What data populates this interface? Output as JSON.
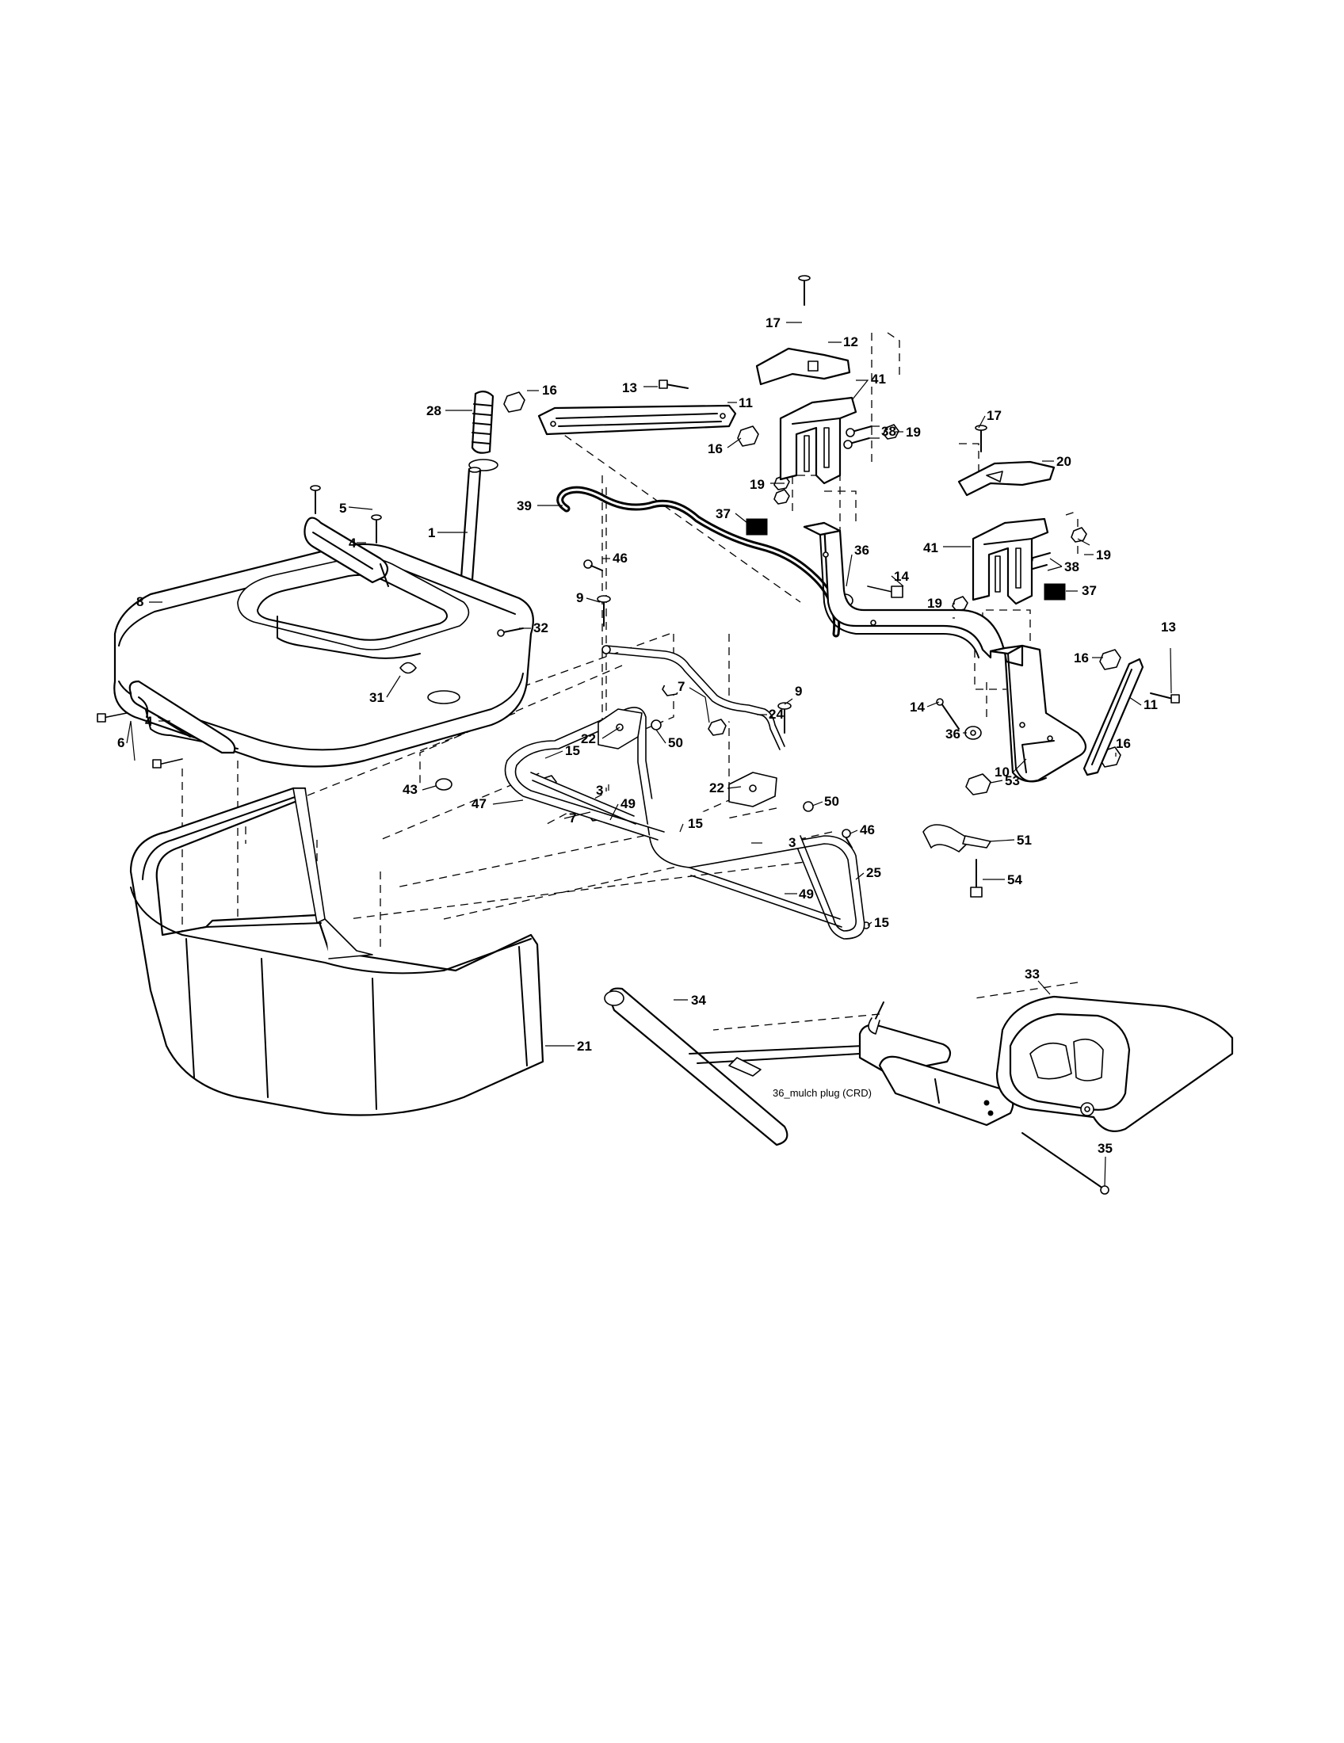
{
  "callouts": [
    {
      "id": "c17a",
      "label": "17"
    },
    {
      "id": "c12",
      "label": "12"
    },
    {
      "id": "c16a",
      "label": "16"
    },
    {
      "id": "c13a",
      "label": "13"
    },
    {
      "id": "c11a",
      "label": "11"
    },
    {
      "id": "c41a",
      "label": "41"
    },
    {
      "id": "c28",
      "label": "28"
    },
    {
      "id": "c16b",
      "label": "16"
    },
    {
      "id": "c19a",
      "label": "19"
    },
    {
      "id": "c38a",
      "label": "38"
    },
    {
      "id": "c17b",
      "label": "17"
    },
    {
      "id": "c20",
      "label": "20"
    },
    {
      "id": "c19b",
      "label": "19"
    },
    {
      "id": "c39",
      "label": "39"
    },
    {
      "id": "c37a",
      "label": "37"
    },
    {
      "id": "c5",
      "label": "5"
    },
    {
      "id": "c1",
      "label": "1"
    },
    {
      "id": "c4a",
      "label": "4"
    },
    {
      "id": "c41b",
      "label": "41"
    },
    {
      "id": "c19c",
      "label": "19"
    },
    {
      "id": "c46a",
      "label": "46"
    },
    {
      "id": "c36a",
      "label": "36"
    },
    {
      "id": "c38b",
      "label": "38"
    },
    {
      "id": "c8",
      "label": "8"
    },
    {
      "id": "c9a",
      "label": "9"
    },
    {
      "id": "c14a",
      "label": "14"
    },
    {
      "id": "c19d",
      "label": "19"
    },
    {
      "id": "c37b",
      "label": "37"
    },
    {
      "id": "c32",
      "label": "32"
    },
    {
      "id": "c13b",
      "label": "13"
    },
    {
      "id": "c31",
      "label": "31"
    },
    {
      "id": "c16c",
      "label": "16"
    },
    {
      "id": "c9b",
      "label": "9"
    },
    {
      "id": "c7a",
      "label": "7"
    },
    {
      "id": "c24",
      "label": "24"
    },
    {
      "id": "c4b",
      "label": "4"
    },
    {
      "id": "c11b",
      "label": "11"
    },
    {
      "id": "c14b",
      "label": "14"
    },
    {
      "id": "c6",
      "label": "6"
    },
    {
      "id": "c22a",
      "label": "22"
    },
    {
      "id": "c50a",
      "label": "50"
    },
    {
      "id": "c15a",
      "label": "15"
    },
    {
      "id": "c36b",
      "label": "36"
    },
    {
      "id": "c16d",
      "label": "16"
    },
    {
      "id": "c43",
      "label": "43"
    },
    {
      "id": "c3a",
      "label": "3"
    },
    {
      "id": "c10",
      "label": "10"
    },
    {
      "id": "c47",
      "label": "47"
    },
    {
      "id": "c49a",
      "label": "49"
    },
    {
      "id": "c22b",
      "label": "22"
    },
    {
      "id": "c50b",
      "label": "50"
    },
    {
      "id": "c46b",
      "label": "46"
    },
    {
      "id": "c7b",
      "label": "7"
    },
    {
      "id": "c15b",
      "label": "15"
    },
    {
      "id": "c53",
      "label": "53"
    },
    {
      "id": "c3b",
      "label": "3"
    },
    {
      "id": "c51",
      "label": "51"
    },
    {
      "id": "c25",
      "label": "25"
    },
    {
      "id": "c54",
      "label": "54"
    },
    {
      "id": "c49b",
      "label": "49"
    },
    {
      "id": "c15c",
      "label": "15"
    },
    {
      "id": "c33",
      "label": "33"
    },
    {
      "id": "c34",
      "label": "34"
    },
    {
      "id": "c21",
      "label": "21"
    },
    {
      "id": "c35",
      "label": "35"
    }
  ],
  "notes": {
    "mulch_plug": "36_mulch plug (CRD)"
  }
}
